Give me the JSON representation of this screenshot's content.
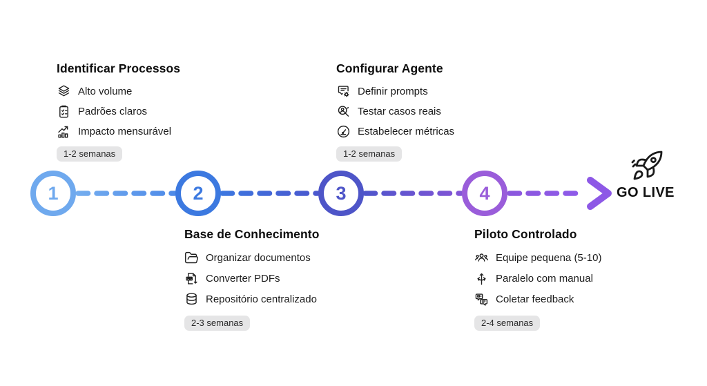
{
  "go_live": {
    "label": "GO LIVE",
    "icon": "rocket-icon",
    "arrow_color": "#8D58E6"
  },
  "timeline": {
    "segment_colors": [
      {
        "from": "#74ADEF",
        "to": "#4E8AE8"
      },
      {
        "from": "#3D77E0",
        "to": "#4A57CE"
      },
      {
        "from": "#4F55CB",
        "to": "#8355D6"
      },
      {
        "from": "#8B57DD",
        "to": "#8F5BEA"
      }
    ]
  },
  "steps": [
    {
      "number": "1",
      "title": "Identificar Processos",
      "position": "above",
      "accent_color": "#6FA9EE",
      "duration_badge": "1-2 semanas",
      "items": [
        {
          "icon": "layers-icon",
          "label": "Alto volume"
        },
        {
          "icon": "clipboard-checklist-icon",
          "label": "Padrões claros"
        },
        {
          "icon": "bar-chart-growth-icon",
          "label": "Impacto mensurável"
        }
      ]
    },
    {
      "number": "2",
      "title": "Base de Conhecimento",
      "position": "below",
      "accent_color": "#3C79E0",
      "duration_badge": "2-3 semanas",
      "items": [
        {
          "icon": "folder-open-icon",
          "label": "Organizar documentos"
        },
        {
          "icon": "pdf-convert-icon",
          "label": "Converter PDFs"
        },
        {
          "icon": "database-icon",
          "label": "Repositório centralizado"
        }
      ]
    },
    {
      "number": "3",
      "title": "Configurar Agente",
      "position": "above",
      "accent_color": "#4E55C8",
      "duration_badge": "1-2 semanas",
      "items": [
        {
          "icon": "chat-gear-icon",
          "label": "Definir prompts"
        },
        {
          "icon": "user-search-icon",
          "label": "Testar casos reais"
        },
        {
          "icon": "gauge-icon",
          "label": "Estabelecer métricas"
        }
      ]
    },
    {
      "number": "4",
      "title": "Piloto Controlado",
      "position": "below",
      "accent_color": "#9A5DDA",
      "duration_badge": "2-4 semanas",
      "items": [
        {
          "icon": "users-group-icon",
          "label": "Equipe pequena (5-10)"
        },
        {
          "icon": "branching-arrows-icon",
          "label": "Paralelo com manual"
        },
        {
          "icon": "feedback-chats-icon",
          "label": "Coletar feedback"
        }
      ]
    }
  ]
}
